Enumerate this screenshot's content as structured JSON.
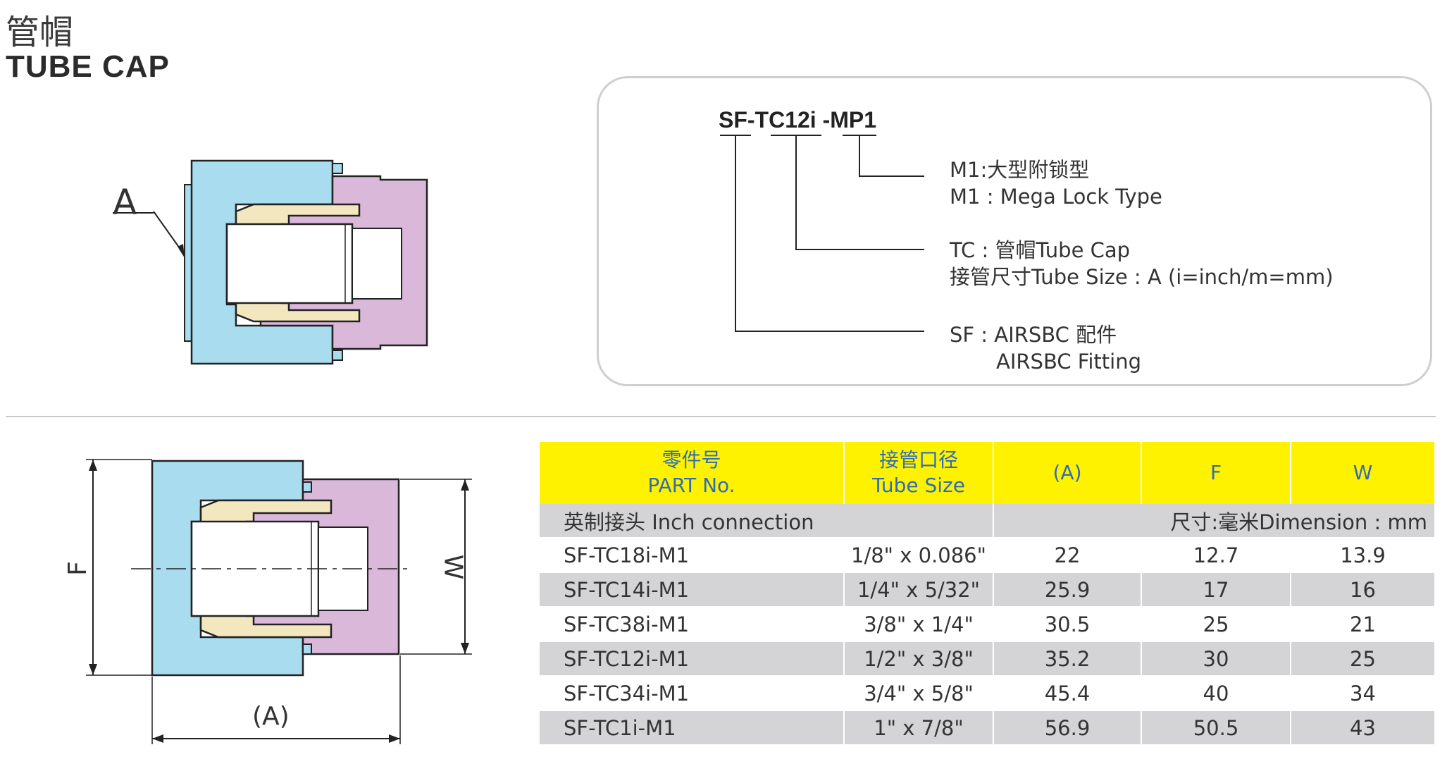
{
  "header": {
    "title_cn": "管帽",
    "title_en": "TUBE CAP"
  },
  "code": {
    "example": "SF-TC12i -MP1",
    "legend": [
      {
        "line1": "M1:大型附锁型",
        "line2": "M1 : Mega Lock Type"
      },
      {
        "line1": "TC : 管帽Tube Cap",
        "line2": "接管尺寸Tube Size : A (i=inch/m=mm)"
      },
      {
        "line1": "SF : AIRSBC 配件",
        "line2": "AIRSBC Fitting"
      }
    ]
  },
  "figure_top": {
    "label_a": "A"
  },
  "figure_bottom": {
    "label_f": "F",
    "label_w": "W",
    "label_a": "(A)"
  },
  "table": {
    "headers": [
      {
        "cn": "零件号",
        "en": "PART No."
      },
      {
        "cn": "接管口径",
        "en": "Tube Size"
      },
      {
        "cn": "",
        "en": "(A)"
      },
      {
        "cn": "",
        "en": "F"
      },
      {
        "cn": "",
        "en": "W"
      }
    ],
    "subheader_left": "英制接头 Inch connection",
    "subheader_right": "尺寸:毫米Dimension : mm",
    "rows": [
      [
        "SF-TC18i-M1",
        "1/8\" x 0.086\"",
        "22",
        "12.7",
        "13.9"
      ],
      [
        "SF-TC14i-M1",
        "1/4\" x 5/32\"",
        "25.9",
        "17",
        "16"
      ],
      [
        "SF-TC38i-M1",
        "3/8\" x 1/4\"",
        "30.5",
        "25",
        "21"
      ],
      [
        "SF-TC12i-M1",
        "1/2\" x 3/8\"",
        "35.2",
        "30",
        "25"
      ],
      [
        "SF-TC34i-M1",
        "3/4\" x 5/8\"",
        "45.4",
        "40",
        "34"
      ],
      [
        "SF-TC1i-M1",
        "1\" x 7/8\"",
        "56.9",
        "50.5",
        "43"
      ]
    ]
  },
  "colors": {
    "body_blue": "#a8dcee",
    "nut_purple": "#d9b8da",
    "sleeve_beige": "#f3e7c0",
    "header_yellow": "#fff200",
    "header_text": "#2f6db5",
    "row_gray": "#d4d4d6"
  }
}
